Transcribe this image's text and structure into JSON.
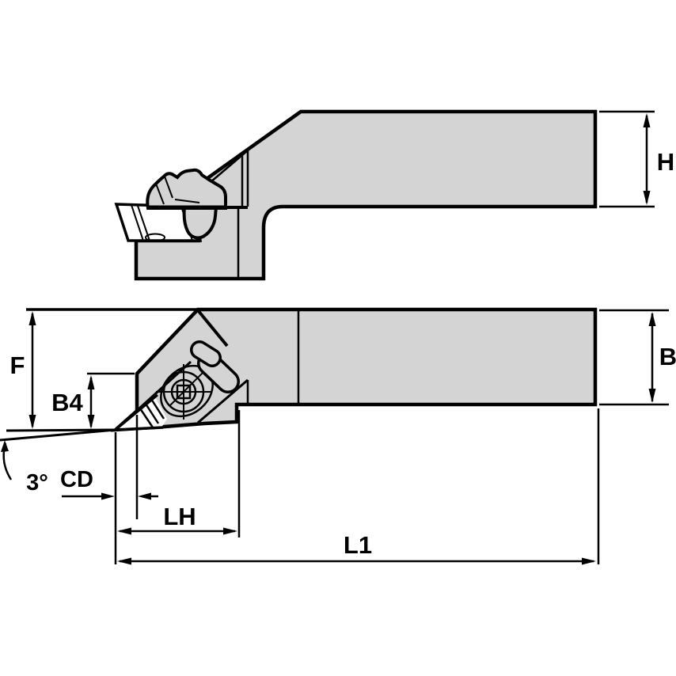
{
  "drawing": {
    "type": "technical-drawing",
    "description": "Catalog line drawing of a lathe turning toolholder with top clamp and V-style insert; upper side view and lower plan view with dimension callouts",
    "colors": {
      "background": "#ffffff",
      "body_fill": "#d4d4d4",
      "insert_fill": "#ffffff",
      "line": "#000000"
    },
    "labels": {
      "H": "H",
      "B": "B",
      "F": "F",
      "B4": "B4",
      "LH": "LH",
      "L1": "L1",
      "CD": "CD",
      "angle": "3°"
    }
  }
}
